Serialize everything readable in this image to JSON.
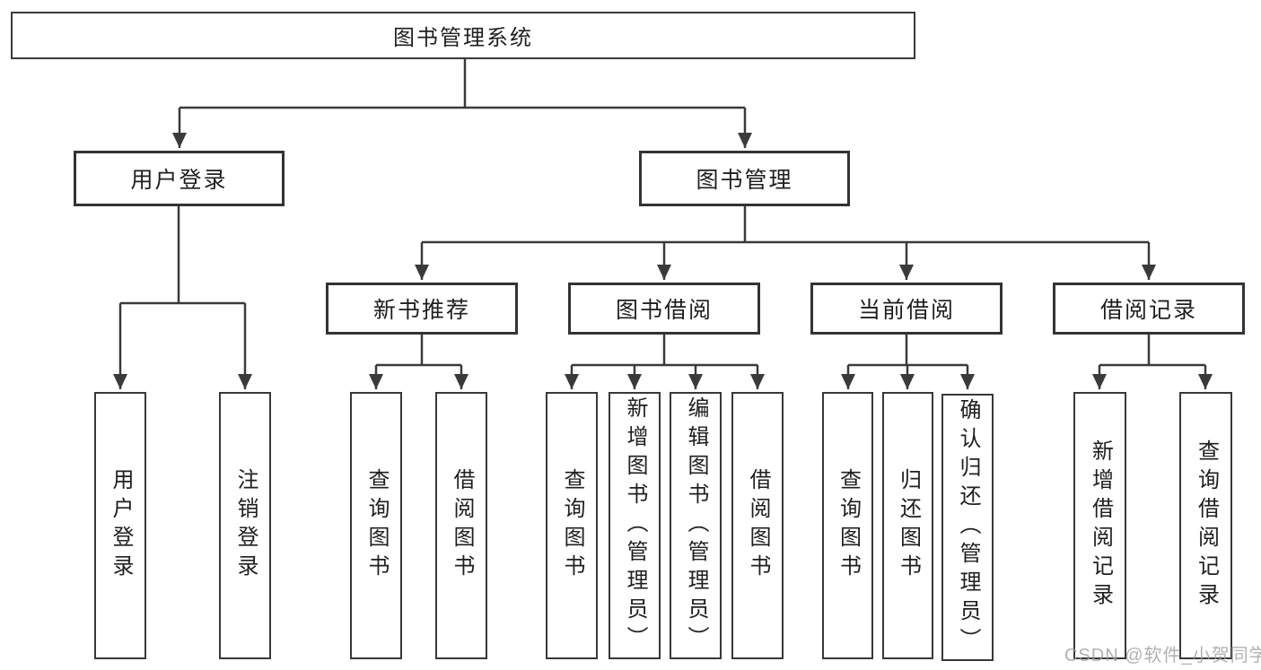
{
  "tree": {
    "root": "图书管理系统",
    "branches": [
      {
        "label": "用户登录",
        "leaves": [
          "用户登录",
          "注销登录"
        ]
      },
      {
        "label": "图书管理",
        "groups": [
          {
            "label": "新书推荐",
            "leaves": [
              "查询图书",
              "借阅图书"
            ]
          },
          {
            "label": "图书借阅",
            "leaves": [
              "查询图书",
              "新增图书（管理员）",
              "编辑图书（管理员）",
              "借阅图书"
            ]
          },
          {
            "label": "当前借阅",
            "leaves": [
              "查询图书",
              "归还图书",
              "确认归还（管理员）"
            ]
          },
          {
            "label": "借阅记录",
            "leaves": [
              "新增借阅记录",
              "查询借阅记录"
            ]
          }
        ]
      }
    ]
  },
  "watermark": "CSDN @软件_小贺同学",
  "colors": {
    "line": "#3a3a3a",
    "text": "#1f1f1f",
    "background": "#ffffff",
    "watermark": "#9e9e9e"
  }
}
